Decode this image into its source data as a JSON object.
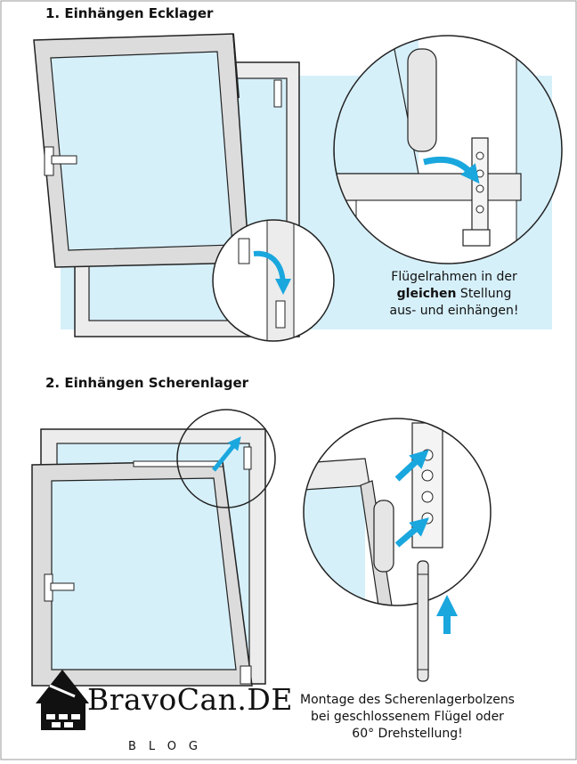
{
  "step1": {
    "title": "1. Einhängen Ecklager",
    "note_line1": "Flügelrahmen in der",
    "note_bold": "gleichen",
    "note_line2_rest": " Stellung",
    "note_line3": "aus- und einhängen!"
  },
  "step2": {
    "title": "2. Einhängen Scherenlager",
    "note_line1": "Montage des Scherenlagerbolzens",
    "note_line2": "bei geschlossenem Flügel oder",
    "note_line3": "60° Drehstellung!"
  },
  "logo": {
    "name": "BravoCan.DE",
    "sub": "BLOG"
  },
  "colors": {
    "arrow": "#1aa7de",
    "glass": "#d6f0fa",
    "frame": "#e8e8e8",
    "sash": "#dcdcdc",
    "outline": "#222222"
  }
}
